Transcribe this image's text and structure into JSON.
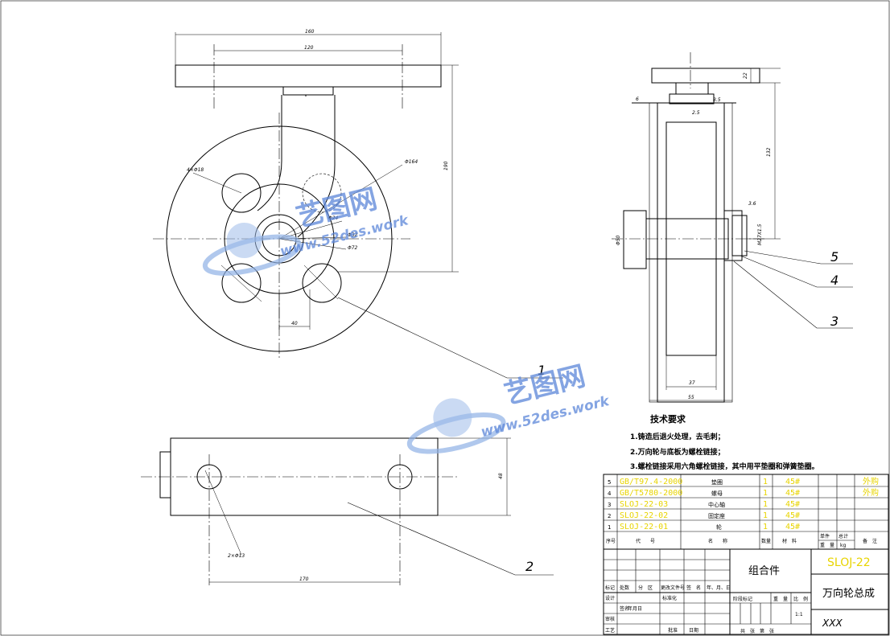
{
  "dimensions": {
    "base_width": "160",
    "bolt_spacing": "120",
    "total_height": "190",
    "offset": "40",
    "bolt_holes": "4×Φ18",
    "dia_164": "Φ164",
    "dia_24": "Φ24",
    "dia_32": "Φ32",
    "dia_72": "Φ72",
    "plan_width": "170",
    "plan_height": "48",
    "plan_holes": "2×Φ13",
    "side_top": "22",
    "side_plate": "6",
    "side_rise": "132",
    "side_washer_gap": "2.5",
    "side_nut_gap": "8.5",
    "side_hub_dia": "Φ50",
    "side_axle": "3.6",
    "side_thread": "M27X1.5",
    "wheel_width": "37",
    "overall_width": "55"
  },
  "balloons": [
    "1",
    "2",
    "3",
    "4",
    "5"
  ],
  "tech_req": {
    "title": "技术要求",
    "items": [
      "1.铸造后退火处理，去毛刺；",
      "2.万向轮与底板为螺栓链接；",
      "3.螺栓链接采用六角螺栓链接，其中用平垫圈和弹簧垫圈。"
    ]
  },
  "bom": [
    {
      "no": "5",
      "code": "GB/T97.4-2000",
      "name": "垫圈",
      "qty": "1",
      "mat": "45#",
      "note": "外购"
    },
    {
      "no": "4",
      "code": "GB/T5780-2000",
      "name": "螺母",
      "qty": "1",
      "mat": "45#",
      "note": "外购"
    },
    {
      "no": "3",
      "code": "SLOJ-22-03",
      "name": "中心轴",
      "qty": "1",
      "mat": "45#",
      "note": ""
    },
    {
      "no": "2",
      "code": "SLOJ-22-02",
      "name": "固定座",
      "qty": "1",
      "mat": "45#",
      "note": ""
    },
    {
      "no": "1",
      "code": "SLOJ-22-01",
      "name": "轮",
      "qty": "1",
      "mat": "45#",
      "note": ""
    }
  ],
  "bom_header": {
    "no": "序号",
    "code": "代　　号",
    "name": "名　　称",
    "qty": "数量",
    "mat": "材　料",
    "single": "单件",
    "total": "总计",
    "weight": "重　量",
    "unit": "kg",
    "note": "备　注"
  },
  "title_block": {
    "assembly_label": "组合件",
    "drawing_code": "SLOJ-22",
    "drawing_name": "万向轮总成",
    "company": "XXX",
    "rev_headers": [
      "标记",
      "处数",
      "分　区",
      "更改文件号",
      "签　名",
      "年、月、日"
    ],
    "role_rows": [
      "设计",
      "标准化",
      "审核",
      "工艺"
    ],
    "role_extra": [
      "签名",
      "年月日",
      "批准",
      "日期"
    ],
    "stage_headers": [
      "阶段标记",
      "重　量",
      "比　例"
    ],
    "scale": "1:1",
    "sheet_labels": [
      "共　张　第　张"
    ]
  },
  "watermark": {
    "brand": "艺图网",
    "url": "www.52des.work"
  }
}
